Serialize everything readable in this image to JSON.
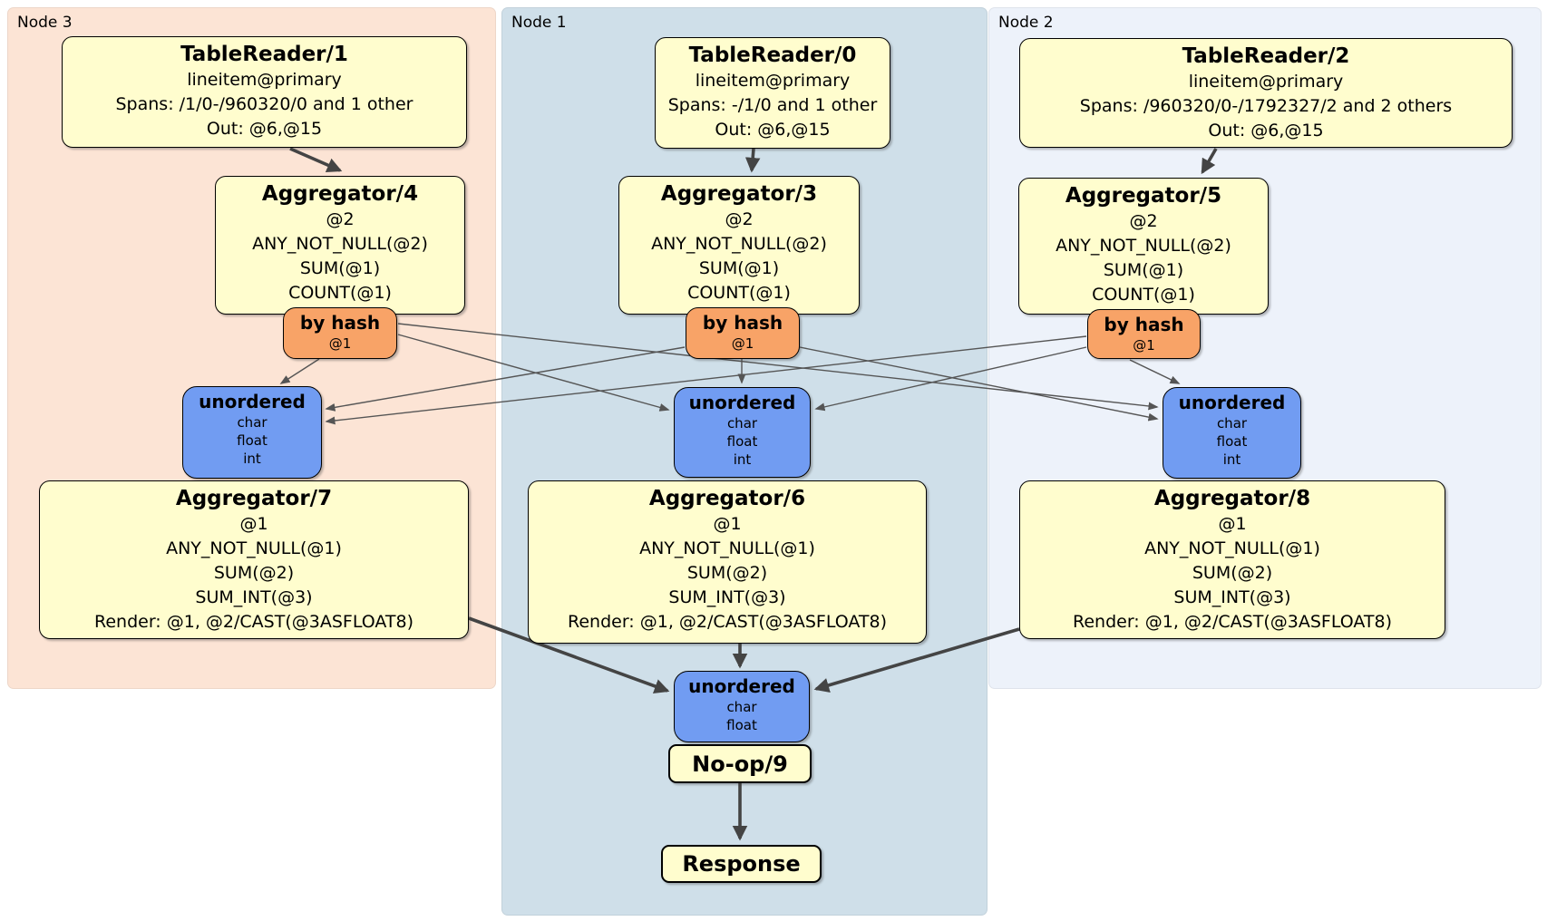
{
  "regions": {
    "node3": {
      "label": "Node 3",
      "bg": "#fce4d5"
    },
    "node1": {
      "label": "Node 1",
      "bg": "#cfdfe9"
    },
    "node2": {
      "label": "Node 2",
      "bg": "#edf2fa"
    }
  },
  "processors": {
    "tablereader1": {
      "title": "TableReader/1",
      "lines": [
        "lineitem@primary",
        "Spans: /1/0-/960320/0 and 1 other",
        "Out: @6,@15"
      ]
    },
    "tablereader0": {
      "title": "TableReader/0",
      "lines": [
        "lineitem@primary",
        "Spans: -/1/0 and 1 other",
        "Out: @6,@15"
      ]
    },
    "tablereader2": {
      "title": "TableReader/2",
      "lines": [
        "lineitem@primary",
        "Spans: /960320/0-/1792327/2 and 2 others",
        "Out: @6,@15"
      ]
    },
    "aggregator4": {
      "title": "Aggregator/4",
      "lines": [
        "@2",
        "ANY_NOT_NULL(@2)",
        "SUM(@1)",
        "COUNT(@1)"
      ]
    },
    "aggregator3": {
      "title": "Aggregator/3",
      "lines": [
        "@2",
        "ANY_NOT_NULL(@2)",
        "SUM(@1)",
        "COUNT(@1)"
      ]
    },
    "aggregator5": {
      "title": "Aggregator/5",
      "lines": [
        "@2",
        "ANY_NOT_NULL(@2)",
        "SUM(@1)",
        "COUNT(@1)"
      ]
    },
    "aggregator7": {
      "title": "Aggregator/7",
      "lines": [
        "@1",
        "ANY_NOT_NULL(@1)",
        "SUM(@2)",
        "SUM_INT(@3)",
        "Render: @1, @2/CAST(@3ASFLOAT8)"
      ]
    },
    "aggregator6": {
      "title": "Aggregator/6",
      "lines": [
        "@1",
        "ANY_NOT_NULL(@1)",
        "SUM(@2)",
        "SUM_INT(@3)",
        "Render: @1, @2/CAST(@3ASFLOAT8)"
      ]
    },
    "aggregator8": {
      "title": "Aggregator/8",
      "lines": [
        "@1",
        "ANY_NOT_NULL(@1)",
        "SUM(@2)",
        "SUM_INT(@3)",
        "Render: @1, @2/CAST(@3ASFLOAT8)"
      ]
    },
    "noop": {
      "title": "No-op/9"
    },
    "response": {
      "title": "Response"
    }
  },
  "routers": {
    "by_hash": {
      "title": "by hash",
      "key": "@1"
    },
    "sync_unordered": {
      "title": "unordered",
      "columns": [
        "char",
        "float",
        "int"
      ]
    },
    "sync_final": {
      "title": "unordered",
      "columns": [
        "char",
        "float"
      ]
    }
  },
  "colors": {
    "processor_fill": "#fffdce",
    "router_fill": "#f8a367",
    "sync_fill": "#719cf2",
    "edge_thick": "#444444",
    "edge_thin": "#555555"
  }
}
